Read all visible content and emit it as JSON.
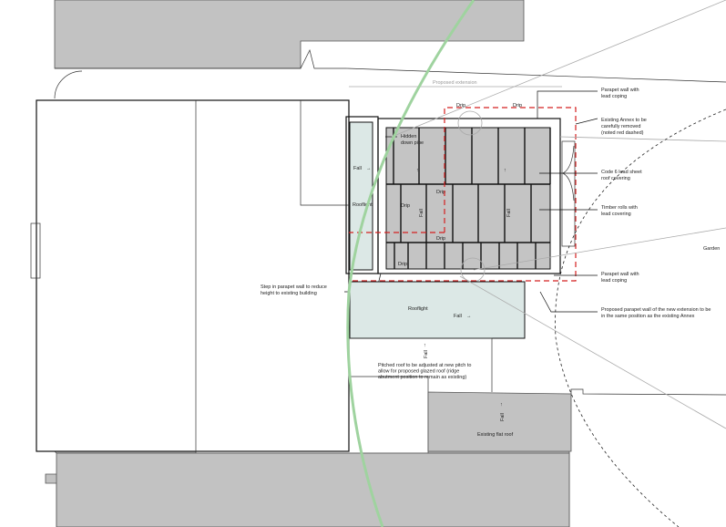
{
  "labels": {
    "proposed_extension": "Proposed extension",
    "drip": "Drip",
    "hidden_down_pipe": [
      "Hidden",
      "down pipe"
    ],
    "fall": "Fall",
    "rooflight": "Rooflight",
    "parapet_top": [
      "Parapet wall with",
      "lead coping"
    ],
    "annex_removed": [
      "Existing Annex to be",
      "carefully removed",
      "(noted red dashed)"
    ],
    "code6": [
      "Code 6 lead sheet",
      "roof covering"
    ],
    "timber_rolls": [
      "Timber rolls with",
      "lead covering"
    ],
    "garden": "Garden",
    "parapet_bottom": [
      "Parapet wall with",
      "lead coping"
    ],
    "proposed_parapet": [
      "Proposed parapet wall of the new extension to be",
      "in the same position as the existing Annex"
    ],
    "step_parapet": [
      "Step in parapet wall to reduce",
      "height to existing building"
    ],
    "pitched_roof": [
      "Pitched roof to be adjusted at new pitch to",
      "allow for proposed glazed roof  (ridge",
      "abutment position to remain as existing)"
    ],
    "existing_flat_roof": "Existing flat roof"
  },
  "colors": {
    "lead": "#c4c4c4",
    "glass": "#dce8e6",
    "annex_outline": "#d42020",
    "tree_canopy": "#9fd39f"
  }
}
